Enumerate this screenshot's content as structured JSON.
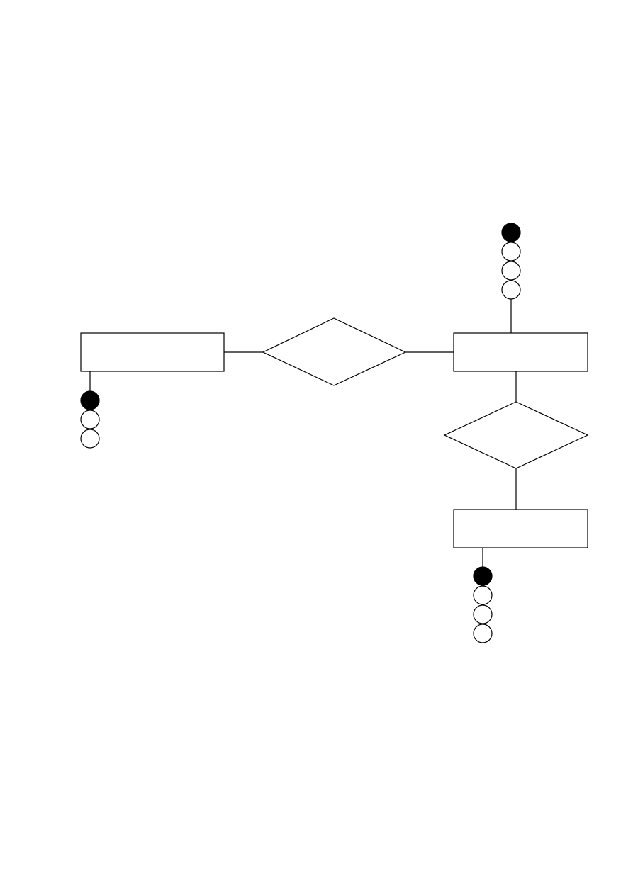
{
  "diagram": {
    "type": "entity-relationship",
    "colors": {
      "stroke": "#000000",
      "fill": "#ffffff",
      "key_attribute": "#000000"
    },
    "entities": [
      {
        "id": "entity-left",
        "label": ""
      },
      {
        "id": "entity-right-top",
        "label": ""
      },
      {
        "id": "entity-right-bottom",
        "label": ""
      }
    ],
    "relationships": [
      {
        "id": "relationship-center",
        "label": "",
        "connects": [
          "entity-left",
          "entity-right-top"
        ]
      },
      {
        "id": "relationship-right",
        "label": "",
        "connects": [
          "entity-right-top",
          "entity-right-bottom"
        ]
      }
    ],
    "attribute_groups": [
      {
        "entity": "entity-left",
        "attributes": [
          {
            "key": true
          },
          {
            "key": false
          },
          {
            "key": false
          }
        ]
      },
      {
        "entity": "entity-right-top",
        "attributes": [
          {
            "key": true
          },
          {
            "key": false
          },
          {
            "key": false
          },
          {
            "key": false
          }
        ]
      },
      {
        "entity": "entity-right-bottom",
        "attributes": [
          {
            "key": true
          },
          {
            "key": false
          },
          {
            "key": false
          },
          {
            "key": false
          }
        ]
      }
    ]
  }
}
